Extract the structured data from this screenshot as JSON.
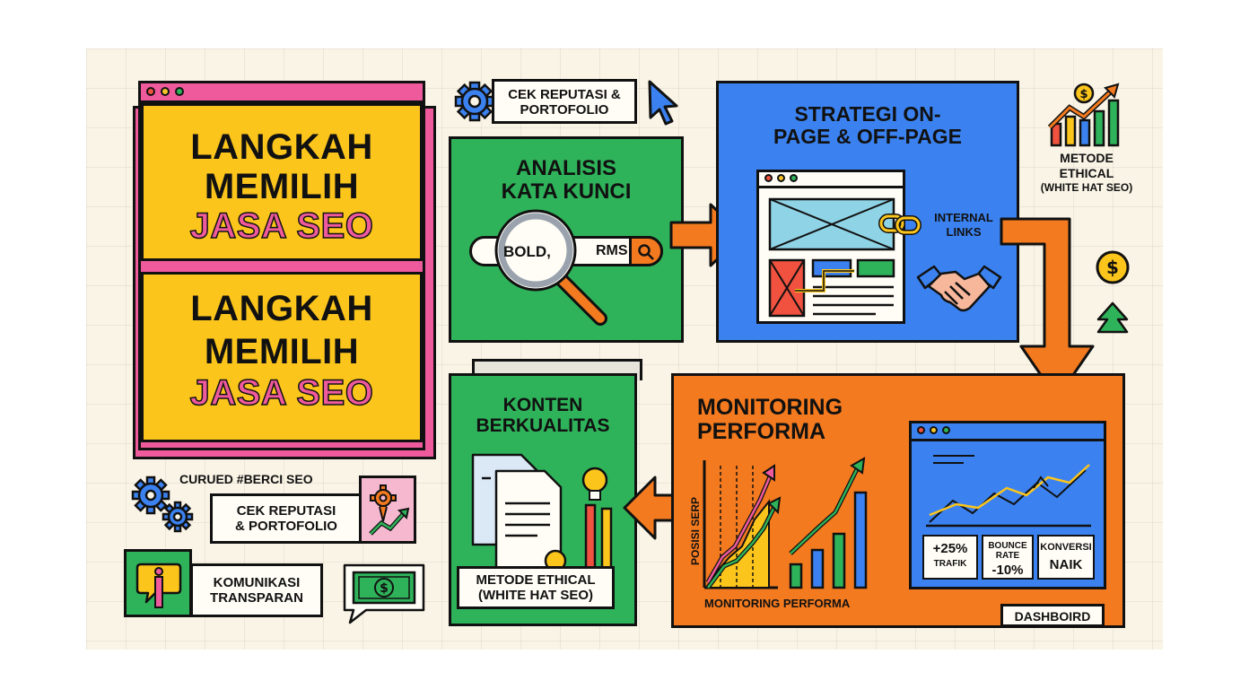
{
  "title": {
    "line1": "LANGKAH",
    "line2": "MEMILIH",
    "line3": "JASA SEO"
  },
  "top_note": {
    "line1": "CEK REPUTASI &",
    "line2": "PORTOFOLIO"
  },
  "analisis": {
    "heading_line1": "ANALISIS",
    "heading_line2": "KATA KUNCI",
    "search_text": "BOLD,",
    "search_tail": "RMS"
  },
  "strategi": {
    "heading_line1": "STRATEGI ON-",
    "heading_line2": "PAGE & OFF-PAGE",
    "links_line1": "INTERNAL",
    "links_line2": "LINKS"
  },
  "ethical_top": {
    "line1": "METODE",
    "line2": "ETHICAL",
    "line3": "(WHITE HAT SEO)"
  },
  "konten": {
    "heading_line1": "KONTEN",
    "heading_line2": "BERKUALITAS",
    "note_line1": "METODE ETHICAL",
    "note_line2": "(WHITE HAT SEO)"
  },
  "monitoring": {
    "heading_line1": "MONITORING",
    "heading_line2": "PERFORMA",
    "axis_label": "POSISI SERP",
    "caption": "MONITORING PERFORMA",
    "dashboard_label": "DASHBOIRD",
    "stats": [
      {
        "top": "+25%",
        "bottom": "TRAFIK"
      },
      {
        "top": "BOUNCE RATE",
        "bottom": "-10%"
      },
      {
        "top": "KONVERSI",
        "bottom": "NAIK"
      }
    ]
  },
  "bottom_left": {
    "curued": "CURUED #BERCI SEO",
    "cek_line1": "CEK REPUTASI",
    "cek_line2": "& PORTOFOLIO",
    "komunikasi_line1": "KOMUNIKASI",
    "komunikasi_line2": "TRANSPARAN"
  },
  "colors": {
    "background": "#faf4e6",
    "pink": "#ee5a9c",
    "yellow": "#fcc51c",
    "green": "#2fb35a",
    "blue": "#3b82f0",
    "orange": "#f47a1f",
    "ink": "#111111"
  }
}
